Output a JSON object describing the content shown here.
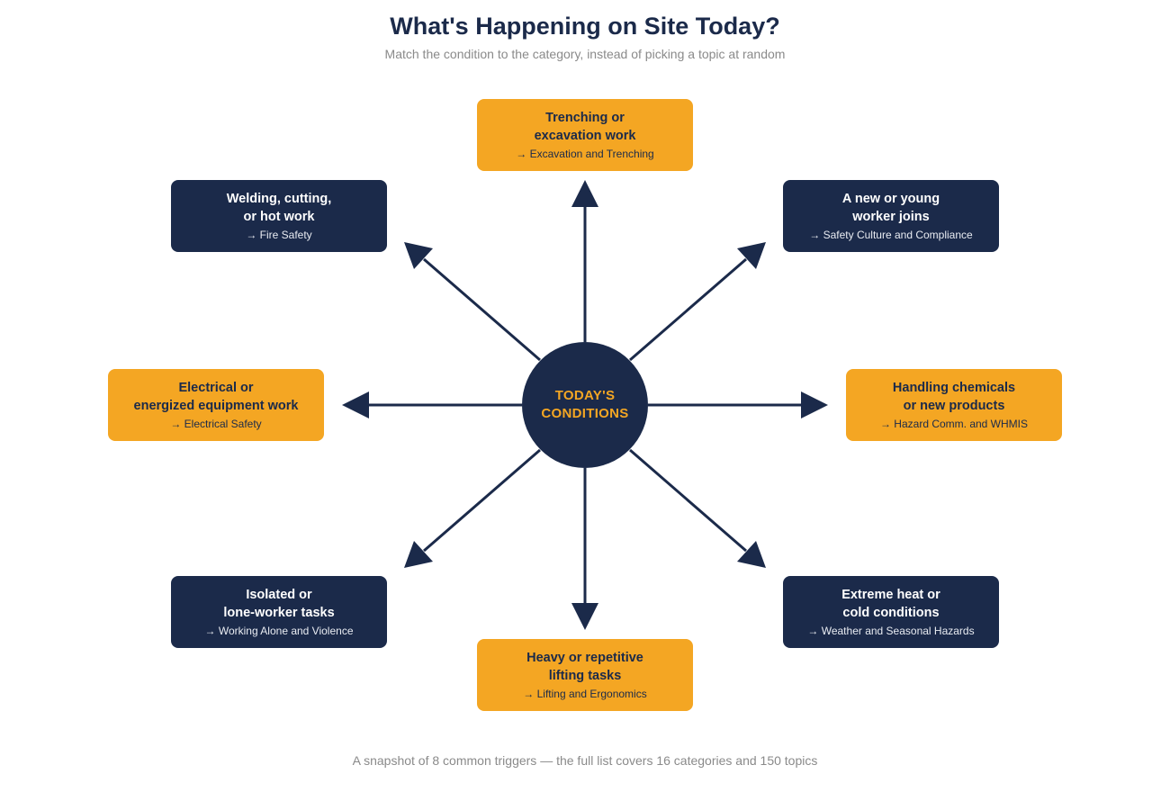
{
  "header": {
    "title": "What's Happening on Site Today?",
    "subtitle": "Match the condition to the category, instead of picking a topic at random"
  },
  "hub": {
    "line1": "TODAY'S",
    "line2": "CONDITIONS"
  },
  "colors": {
    "navy": "#1b2a4a",
    "orange": "#f4a623",
    "muted": "#8a8a8a"
  },
  "nodes": [
    {
      "line1": "Trenching or",
      "line2": "excavation work",
      "category": "→ Excavation and Trenching",
      "color": "orange"
    },
    {
      "line1": "A new or young",
      "line2": "worker joins",
      "category": "→ Safety Culture and Compliance",
      "color": "navy"
    },
    {
      "line1": "Handling chemicals",
      "line2": "or new products",
      "category": "→ Hazard Comm. and WHMIS",
      "color": "orange"
    },
    {
      "line1": "Extreme heat or",
      "line2": "cold conditions",
      "category": "→ Weather and Seasonal Hazards",
      "color": "navy"
    },
    {
      "line1": "Heavy or repetitive",
      "line2": "lifting tasks",
      "category": "→ Lifting and Ergonomics",
      "color": "orange"
    },
    {
      "line1": "Isolated or",
      "line2": "lone-worker tasks",
      "category": "→ Working Alone and Violence",
      "color": "navy"
    },
    {
      "line1": "Electrical or",
      "line2": "energized equipment work",
      "category": "→ Electrical Safety",
      "color": "orange"
    },
    {
      "line1": "Welding, cutting,",
      "line2": "or hot work",
      "category": "→ Fire Safety",
      "color": "navy"
    }
  ],
  "footer": {
    "text": "A snapshot of 8 common triggers — the full list covers 16 categories and 150 topics"
  }
}
